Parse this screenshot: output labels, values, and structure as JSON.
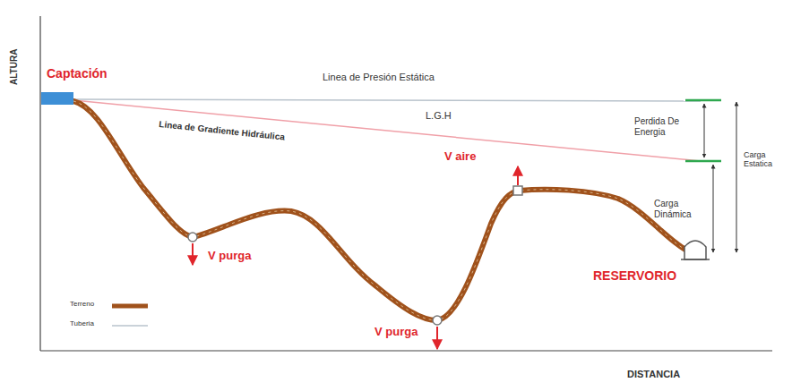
{
  "diagram": {
    "labels": [
      "ALTURA",
      "Captación",
      "Linea de Presión Estática",
      "L.G.H",
      "Linea de Gradiente Hidráulica",
      "Perdida De Energia",
      "Carga Estatica",
      "V aire",
      "Carga Dinámica",
      "V purga",
      "RESERVORIO",
      "V purga",
      "DISTANCIA"
    ],
    "legend": [
      {
        "text": "Terreno"
      },
      {
        "text": "Tuberia"
      }
    ]
  }
}
